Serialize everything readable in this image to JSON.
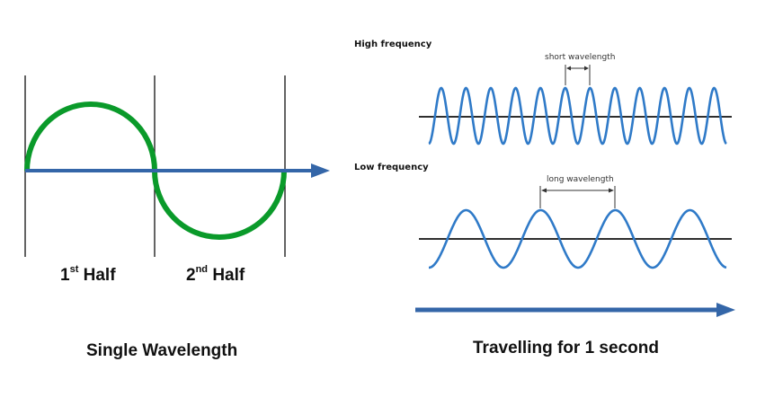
{
  "left_panel": {
    "first_half": {
      "num": "1",
      "sup": "st",
      "word": "Half"
    },
    "second_half": {
      "num": "2",
      "sup": "nd",
      "word": "Half"
    },
    "caption": "Single Wavelength",
    "colors": {
      "wave": "#0a9a2a",
      "axis": "#3466a8",
      "dividers": "#111111"
    }
  },
  "right_panel": {
    "high": {
      "label": "High frequency",
      "annotation": "short wavelength",
      "cycles": 12
    },
    "low": {
      "label": "Low frequency",
      "annotation": "long wavelength",
      "cycles": 4
    },
    "caption": "Travelling for 1 second",
    "colors": {
      "wave": "#2f7ac8",
      "baseline": "#111111",
      "arrow": "#3466a8"
    }
  }
}
